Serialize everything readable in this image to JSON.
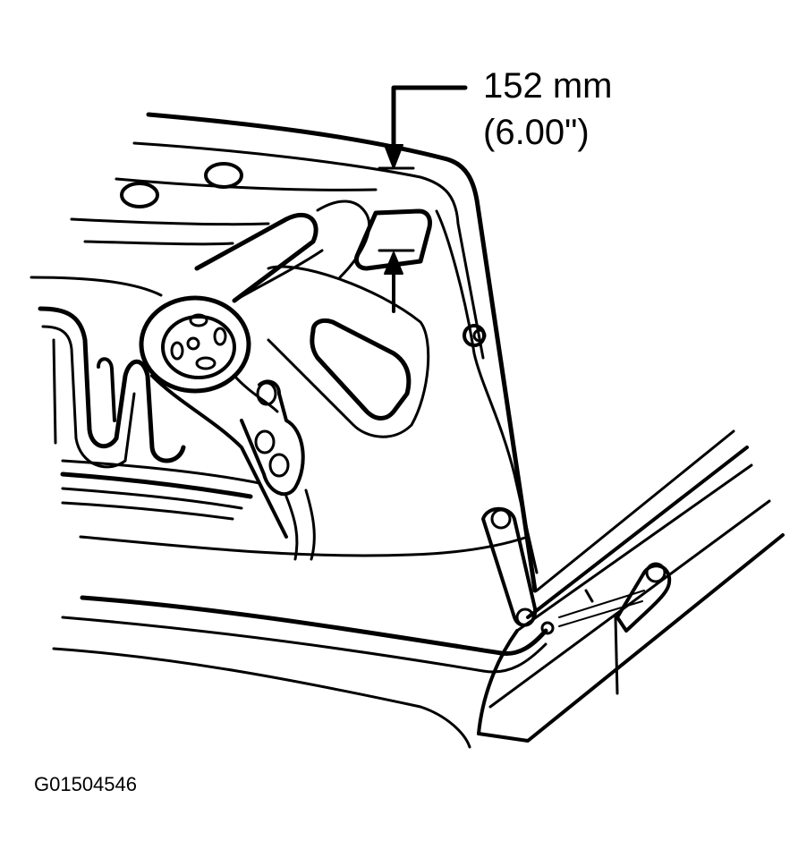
{
  "diagram": {
    "dimension": {
      "metric": "152 mm",
      "imperial": "(6.00\")"
    },
    "figure_id": "G01504546"
  },
  "colors": {
    "ink": "#000000",
    "paper": "#ffffff"
  }
}
